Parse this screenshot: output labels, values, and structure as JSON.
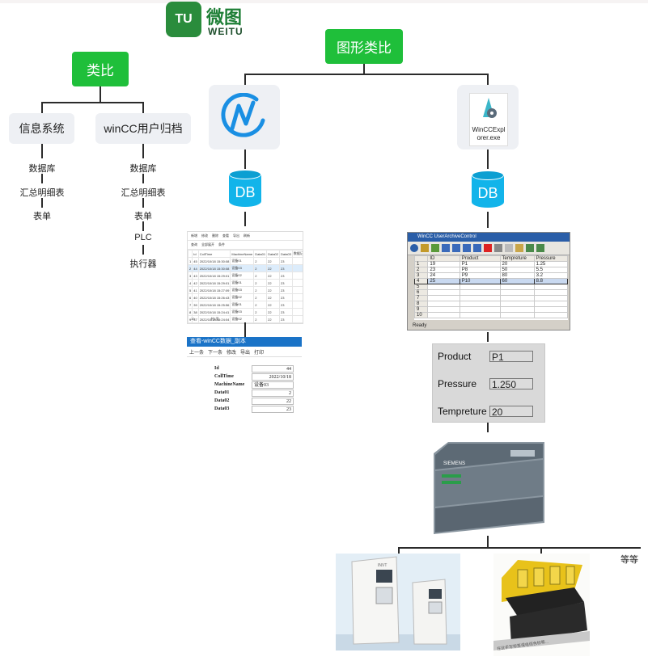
{
  "logo": {
    "mark": "TU",
    "cn": "微图",
    "en": "WEITU"
  },
  "left": {
    "root_label": "类比",
    "branches": [
      {
        "label": "信息系统",
        "items": [
          "数据库",
          "汇总明细表",
          "表单"
        ]
      },
      {
        "label": "winCC用户归档",
        "items": [
          "数据库",
          "汇总明细表",
          "表单",
          "PLC",
          "执行器"
        ]
      }
    ]
  },
  "right": {
    "root_label": "图形类比",
    "db_label": "DB",
    "wincc_icon_label": "WinCC Explorer.exe",
    "wincc_icon_line1": "WinCCExpl",
    "wincc_icon_line2": "orer.exe",
    "record_form": {
      "title": "查看-winCC数据_副本",
      "nav": [
        "上一条",
        "下一条",
        "修改",
        "导出",
        "打印"
      ],
      "fields": [
        {
          "name": "Id",
          "value": "44"
        },
        {
          "name": "CollTime",
          "value": "2022/10/18"
        },
        {
          "name": "MachineName",
          "value": "设备03"
        },
        {
          "name": "Data01",
          "value": "2"
        },
        {
          "name": "Data02",
          "value": "22"
        },
        {
          "name": "Data03",
          "value": "23"
        }
      ]
    },
    "sheet_toolbar": [
      "新增",
      "修改",
      "删除",
      "查看",
      "导出",
      "刷新"
    ],
    "sheet_filter": [
      "查询",
      "全部展开",
      "条件"
    ],
    "sheet_headers": [
      "",
      "Id",
      "CollTime",
      "MachineName",
      "Data01",
      "Data02",
      "Data03",
      "数据记录"
    ],
    "sheet_rows": [
      [
        "1",
        "45",
        "2022/10/18 15:30:08",
        "设备01",
        "2",
        "22",
        "23"
      ],
      [
        "2",
        "44",
        "2022/10/18 15:30:08",
        "设备03",
        "2",
        "22",
        "23"
      ],
      [
        "3",
        "43",
        "2022/10/18 15:29:01",
        "设备02",
        "2",
        "22",
        "23"
      ],
      [
        "4",
        "42",
        "2022/10/18 15:29:01",
        "设备01",
        "2",
        "22",
        "23"
      ],
      [
        "5",
        "41",
        "2022/10/18 15:27:09",
        "设备03",
        "2",
        "22",
        "23"
      ],
      [
        "6",
        "40",
        "2022/10/18 15:26:43",
        "设备02",
        "2",
        "22",
        "23"
      ],
      [
        "7",
        "39",
        "2022/10/18 15:25:56",
        "设备01",
        "2",
        "22",
        "23"
      ],
      [
        "8",
        "38",
        "2022/10/18 15:24:41",
        "设备03",
        "2",
        "22",
        "23"
      ],
      [
        "9",
        "37",
        "2022/10/18 15:24:04",
        "设备02",
        "2",
        "22",
        "23"
      ]
    ],
    "sheet_footer": {
      "page_size": "10",
      "page_label": "共1页"
    },
    "wincc_grid": {
      "title": "WinCC UserArchiveControl",
      "headers": [
        "",
        "ID",
        "Product",
        "Tempreture",
        "Pressure"
      ],
      "rows": [
        [
          "1",
          "19",
          "P1",
          "20",
          "1.25"
        ],
        [
          "2",
          "23",
          "P8",
          "50",
          "5.5"
        ],
        [
          "3",
          "24",
          "P9",
          "80",
          "3.2"
        ],
        [
          "4",
          "25",
          "P10",
          "60",
          "8.8"
        ],
        [
          "5",
          "",
          "",
          "",
          ""
        ],
        [
          "6",
          "",
          "",
          "",
          ""
        ],
        [
          "7",
          "",
          "",
          "",
          ""
        ],
        [
          "8",
          "",
          "",
          "",
          ""
        ],
        [
          "9",
          "",
          "",
          "",
          ""
        ],
        [
          "10",
          "",
          "",
          "",
          ""
        ]
      ],
      "status": "Ready"
    },
    "panel": [
      {
        "label": "Product",
        "value": "P1"
      },
      {
        "label": "Pressure",
        "value": "1.250"
      },
      {
        "label": "Tempreture",
        "value": "20"
      }
    ],
    "plc_label": "SIEMENS",
    "etc_label": "等等",
    "inverter_brand": "INVT",
    "relay_caption": "在此手写标签或电缆色标等...",
    "colors": {
      "green": "#1fbf3a",
      "db_blue": "#12b4ea",
      "pill_bg": "#eef0f4",
      "form_blue": "#1a73c7",
      "plc_gray": "#6b7884"
    }
  }
}
